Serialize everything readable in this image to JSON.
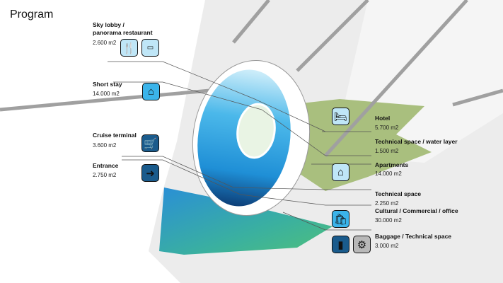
{
  "title": "Program",
  "items": {
    "sky_lobby": {
      "label1": "Sky lobby /",
      "label2": "panorama restaurant",
      "area": "2.600 m2",
      "icons": [
        "fork-knife-icon",
        "panorama-icon"
      ]
    },
    "short_stay": {
      "label": "Short stay",
      "area": "14.000 m2",
      "icon": "bed-under-roof-icon"
    },
    "cruise_terminal": {
      "label": "Cruise terminal",
      "area": "3.600 m2",
      "icon": "luggage-cart-icon"
    },
    "entrance": {
      "label": "Entrance",
      "area": "2.750 m2",
      "icon": "entrance-arrow-icon"
    },
    "hotel": {
      "label": "Hotel",
      "area": "5.700 m2",
      "icon": "bed-icon"
    },
    "tech_water": {
      "label": "Technical space / water layer",
      "area": "1.500 m2"
    },
    "apartments": {
      "label": "Apartments",
      "area": "14.000 m2",
      "icon": "houses-icon"
    },
    "tech_space": {
      "label": "Technical space",
      "area": "2.250 m2"
    },
    "cultural": {
      "label": "Cultural / Commercial / office",
      "area": "30.000 m2",
      "icon": "shopping-bags-icon"
    },
    "baggage": {
      "label": "Baggage / Technical space",
      "area": "3.000 m2",
      "icons": [
        "suitcase-icon",
        "gears-icon"
      ]
    }
  },
  "colors": {
    "light_blue": "#bfe6f7",
    "mid_blue": "#3bb4ea",
    "dark_blue": "#1a5b8c",
    "green": "#a9bf7e",
    "ground": "#ececec",
    "road": "#a0a0a0"
  }
}
